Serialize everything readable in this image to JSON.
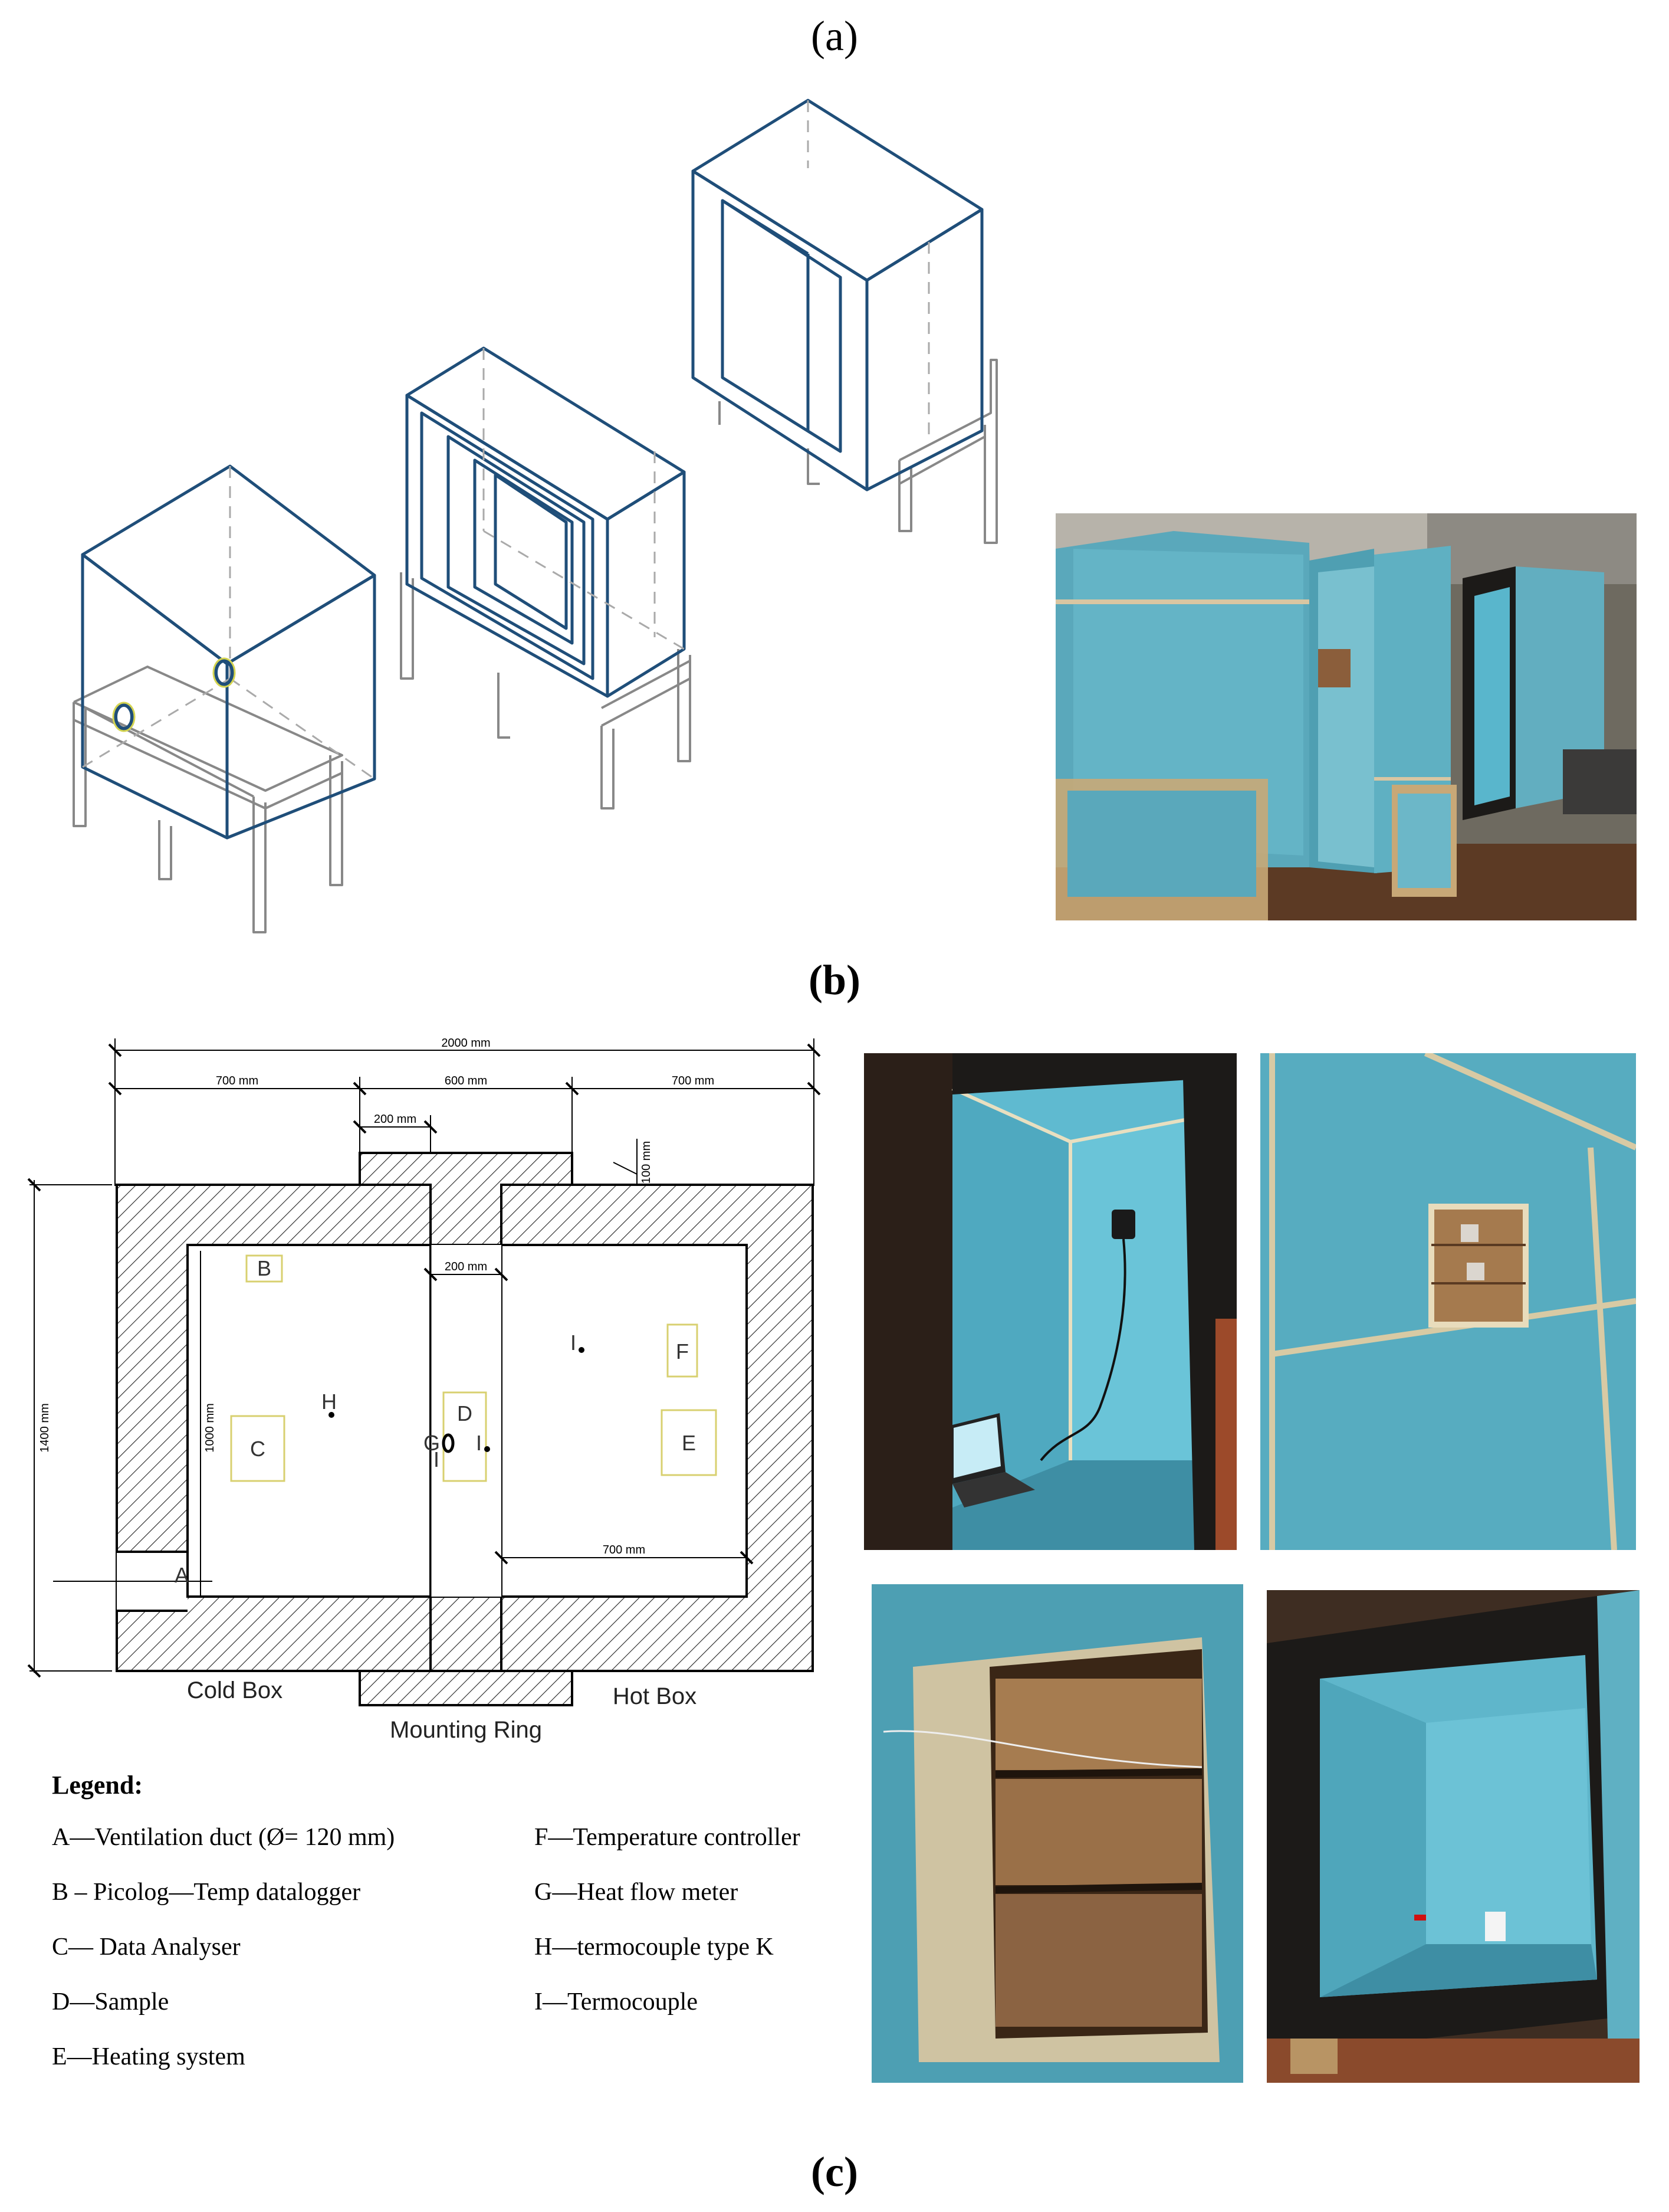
{
  "panels": {
    "a": "(a)",
    "b": "(b)",
    "c": "(c)"
  },
  "drawing": {
    "dims": {
      "total": "2000 mm",
      "cold": "700 mm",
      "ring": "600 mm",
      "hot": "700 mm",
      "ring_step": "200 mm",
      "offset": "100 mm",
      "ring_inner": "200 mm",
      "height": "1400 mm",
      "inner_height": "1000 mm",
      "hot_inner": "700 mm"
    },
    "labels": {
      "A": "A",
      "B": "B",
      "C": "C",
      "D": "D",
      "E": "E",
      "F": "F",
      "G": "G",
      "H": "H",
      "I1": "I",
      "I2": "I",
      "I3": "I"
    },
    "box_names": {
      "cold": "Cold Box",
      "hot": "Hot Box",
      "ring": "Mounting Ring"
    }
  },
  "legend": {
    "title": "Legend:",
    "left": [
      "A—Ventilation duct (Ø= 120 mm)",
      "B – Picolog—Temp datalogger",
      "C— Data Analyser",
      "D—Sample",
      "E—Heating system"
    ],
    "right": [
      "F—Temperature controller",
      "G—Heat flow meter",
      "H—termocouple type K",
      "I—Termocouple"
    ]
  },
  "colors": {
    "outline": "#1f4e79",
    "foam": "#58b4c8",
    "frame": "#1c1a18",
    "wood": "#c8a877"
  }
}
